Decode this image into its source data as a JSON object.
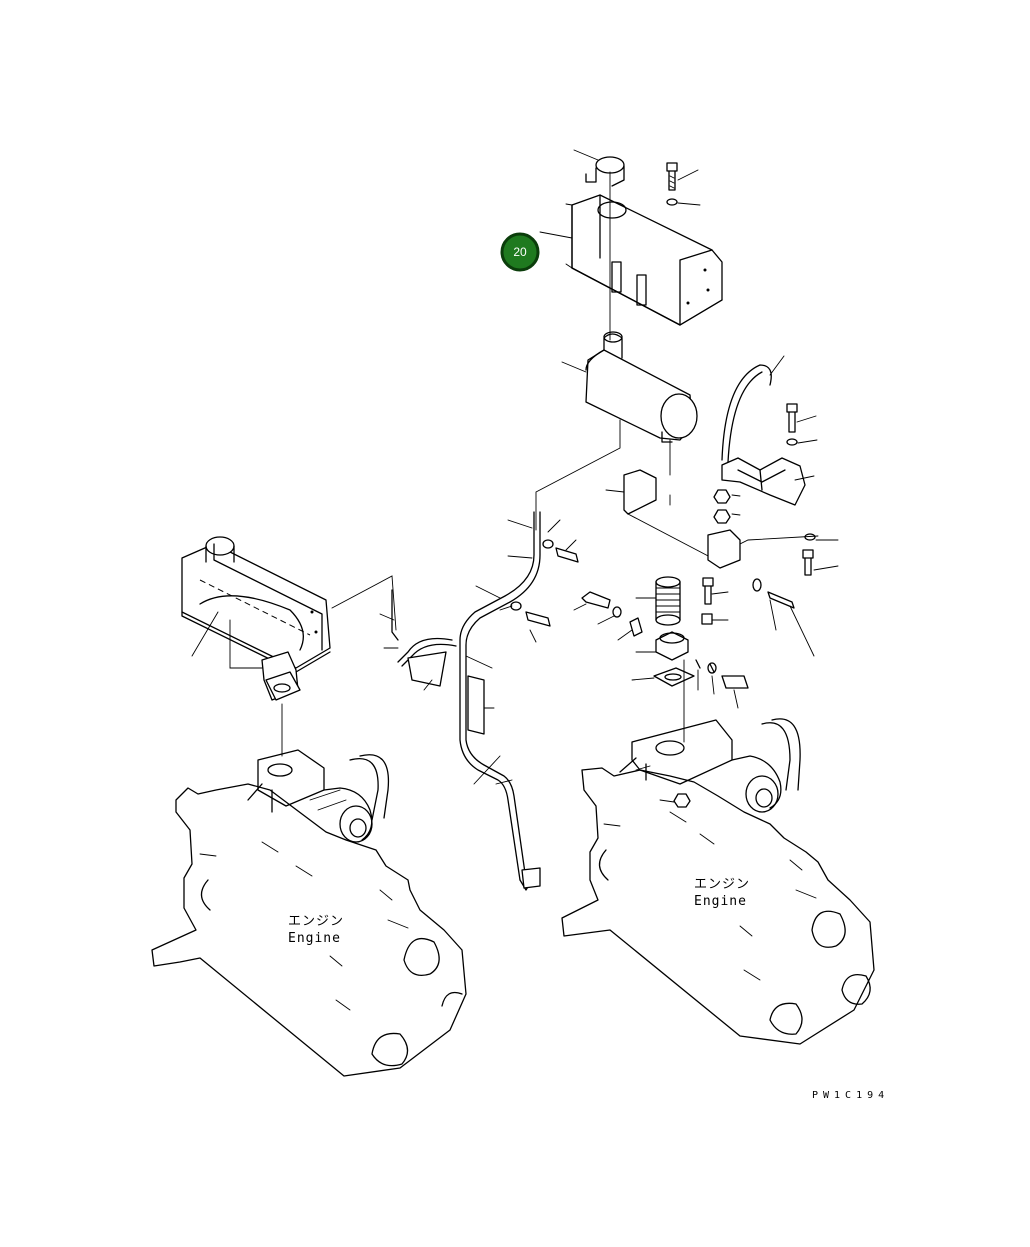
{
  "diagram": {
    "callout_badge": {
      "label": "20",
      "color": "#1f7a1f"
    },
    "engine_labels": [
      {
        "jp": "エンジン",
        "en": "Engine"
      },
      {
        "jp": "エンジン",
        "en": "Engine"
      }
    ],
    "drawing_code": "PW1C194"
  }
}
